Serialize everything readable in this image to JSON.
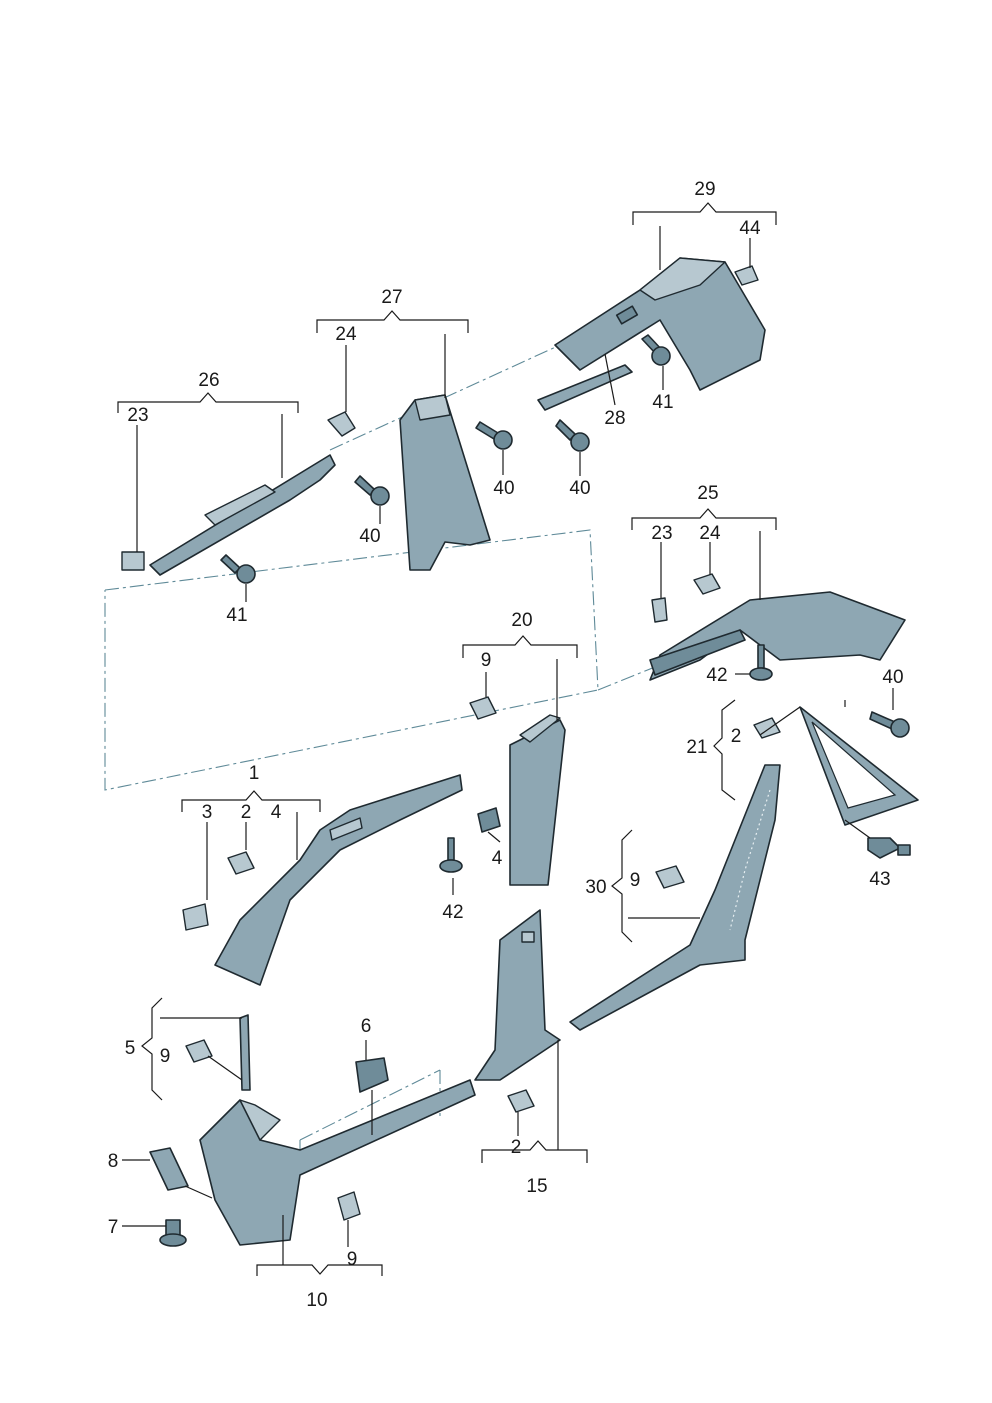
{
  "labels": {
    "l1": "1",
    "l2a": "2",
    "l2b": "2",
    "l2c": "2",
    "l3": "3",
    "l4a": "4",
    "l4b": "4",
    "l5": "5",
    "l6": "6",
    "l7": "7",
    "l8": "8",
    "l9a": "9",
    "l9b": "9",
    "l9c": "9",
    "l9d": "9",
    "l10": "10",
    "l15": "15",
    "l20": "20",
    "l21": "21",
    "l23a": "23",
    "l23b": "23",
    "l24a": "24",
    "l24b": "24",
    "l25": "25",
    "l26": "26",
    "l27": "27",
    "l28": "28",
    "l29": "29",
    "l30": "30",
    "l40a": "40",
    "l40b": "40",
    "l40c": "40",
    "l40d": "40",
    "l41a": "41",
    "l41b": "41",
    "l42a": "42",
    "l42b": "42",
    "l43": "43",
    "l44": "44"
  },
  "colors": {
    "part_fill": "#8ea7b3",
    "part_dark": "#6f8c99",
    "outline": "#1f2a30",
    "dash_line": "#5f8a98"
  }
}
